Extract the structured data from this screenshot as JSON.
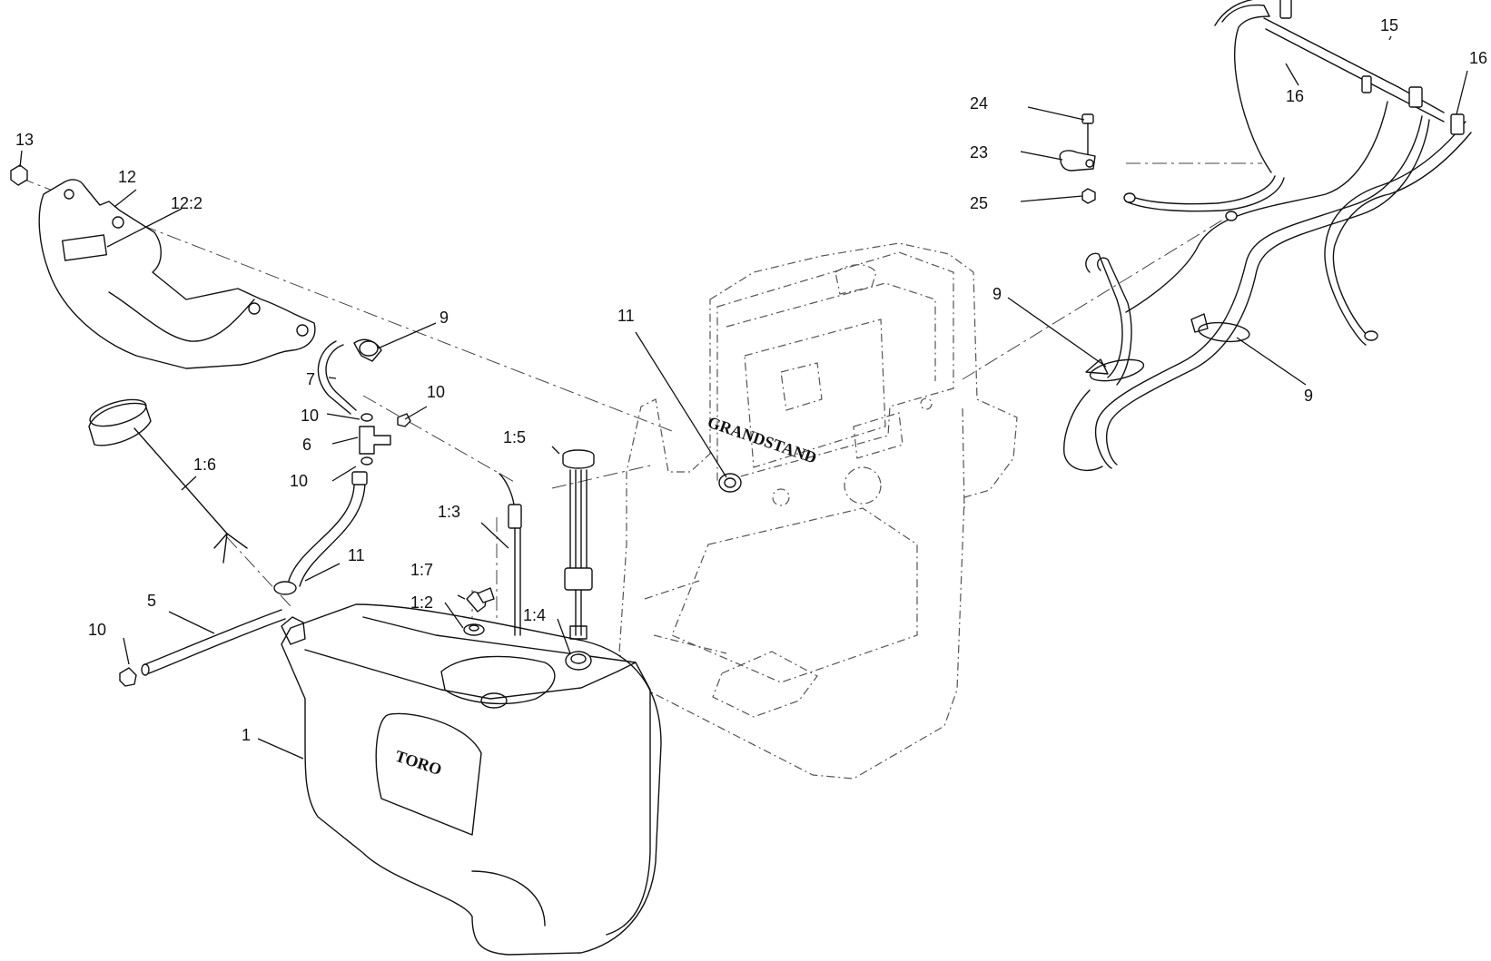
{
  "callouts": {
    "c1": "1",
    "c1_2": "1:2",
    "c1_3": "1:3",
    "c1_4": "1:4",
    "c1_5": "1:5",
    "c1_6": "1:6",
    "c1_7": "1:7",
    "c5": "5",
    "c6": "6",
    "c7": "7",
    "c9_hose": "9",
    "c9_left": "9",
    "c9_right": "9",
    "c10_bottom": "10",
    "c10_mid": "10",
    "c10_upper": "10",
    "c10_side": "10",
    "c11_frame": "11",
    "c11_hose": "11",
    "c12": "12",
    "c12_2": "12:2",
    "c13": "13",
    "c15": "15",
    "c16_left": "16",
    "c16_right": "16",
    "c23": "23",
    "c24": "24",
    "c25": "25"
  },
  "markings": {
    "tank_logo": "TORO",
    "frame_logo": "GRANDSTAND"
  }
}
